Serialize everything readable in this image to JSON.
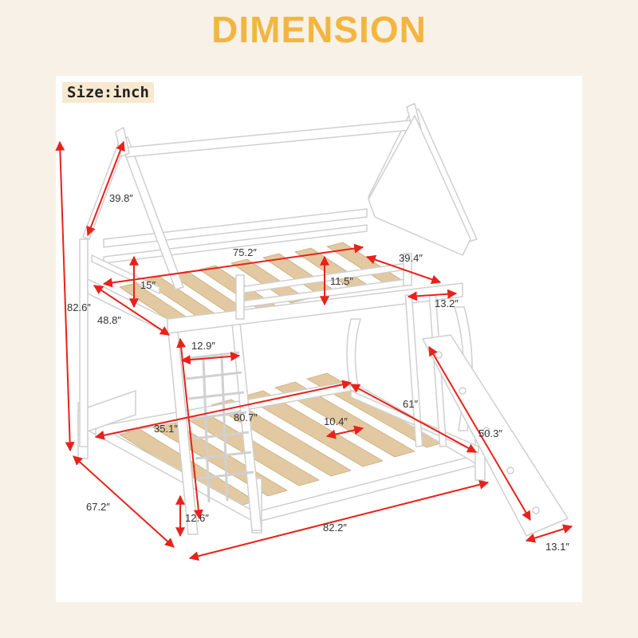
{
  "title": "DIMENSION",
  "size_label": "Size:inch",
  "colors": {
    "title": "#f2b640",
    "arrow": "#e8221b",
    "frame": "#ffffff",
    "frame_stroke": "#cfcfcf",
    "slat": "#e2c9a1",
    "background": "#f7f1e7",
    "size_tag_bg": "#f7e9cf"
  },
  "dimensions": {
    "roof_height": "39.8″",
    "overall_length_top": "75.2″",
    "top_depth": "39.4″",
    "guard_height_left": "15″",
    "guard_height_center": "11.5″",
    "ladder_step_top": "13.2″",
    "overall_height": "82.6″",
    "top_bunk_width": "48.8″",
    "ladder_width": "12.9″",
    "bottom_depth": "61″",
    "bottom_width": "35.1″",
    "bottom_length": "80.7″",
    "slat_spacing": "10.4″",
    "slide_length": "50.3″",
    "bottom_overall_width": "67.2″",
    "bottom_rail_height": "12.6″",
    "overall_length_bottom": "82.2″",
    "slide_width": "13.1″"
  }
}
